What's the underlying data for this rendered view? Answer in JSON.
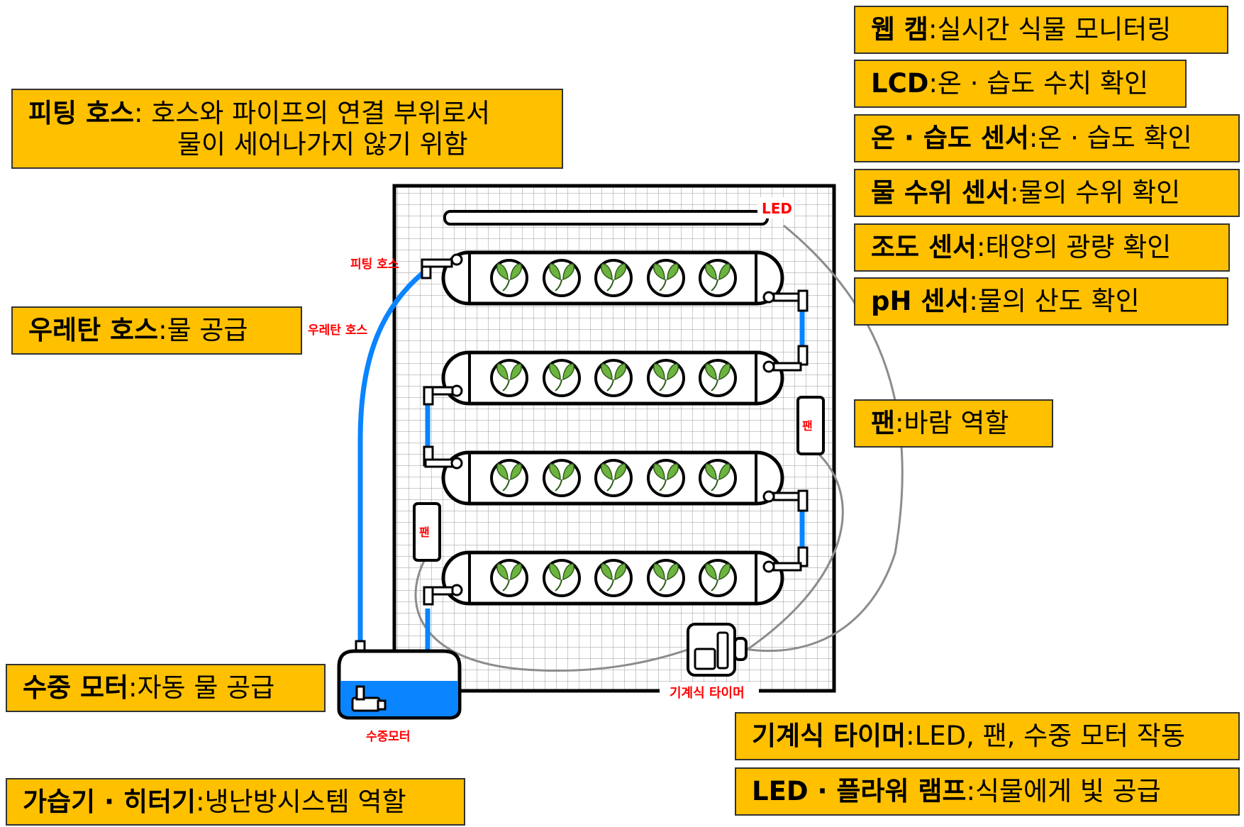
{
  "callouts": {
    "fitting_hose": {
      "term": "피팅 호스",
      "line1": "호스와 파이프의 연결 부위로서",
      "line2": "물이 세어나가지 않기 위함"
    },
    "urethane_hose": {
      "term": "우레탄 호스",
      "desc": "물 공급"
    },
    "submersible_motor": {
      "term": "수중 모터",
      "desc": "자동 물 공급"
    },
    "humidifier_heater": {
      "term": "가습기 · 히터기",
      "desc": "냉난방시스템 역할"
    },
    "webcam": {
      "term": "웹 캠",
      "desc": "실시간 식물 모니터링"
    },
    "lcd": {
      "term": "LCD",
      "desc": "온 · 습도 수치 확인"
    },
    "temp_humidity_sensor": {
      "term": "온 · 습도 센서",
      "desc": "온 · 습도 확인"
    },
    "water_level_sensor": {
      "term": "물 수위 센서",
      "desc": "물의 수위 확인"
    },
    "light_sensor": {
      "term": "조도 센서",
      "desc": "태양의 광량 확인"
    },
    "ph_sensor": {
      "term": "pH 센서",
      "desc": "물의 산도 확인"
    },
    "fan": {
      "term": "팬",
      "desc": "바람 역할"
    },
    "mechanical_timer": {
      "term": "기계식 타이머",
      "desc": "LED, 팬, 수중 모터 작동"
    },
    "led_flower_lamp": {
      "term": "LED · 플라워 램프",
      "desc": "식물에게 빛 공급"
    }
  },
  "diagram_labels": {
    "led": "LED",
    "fitting_hose": "피팅 호스",
    "urethane_hose": "우레탄 호스",
    "fan_right": "팬",
    "fan_left": "팬",
    "submersible_motor": "수중모터",
    "mechanical_timer": "기계식 타이머"
  },
  "colors": {
    "callout_fill": "#ffc000",
    "water": "#0a84ff",
    "label_red": "#ff0000",
    "leaf": "#5aa03a",
    "cable": "#8c8c8c"
  }
}
